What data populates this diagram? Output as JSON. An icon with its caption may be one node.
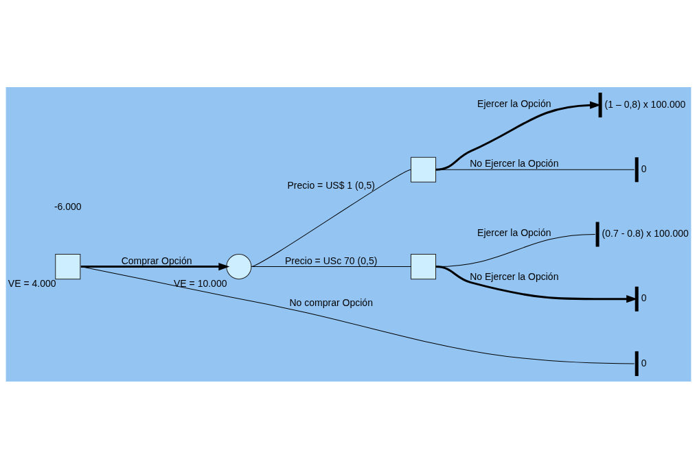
{
  "diagram": {
    "nodes": [
      {
        "text": [],
        "shape": "box",
        "beside": [
          "VE = 4.000"
        ]
      },
      {
        "text": [],
        "shape": "circle",
        "beside": [
          "VE = 10.000"
        ]
      },
      {
        "text": [],
        "shape": "box"
      },
      {
        "text": [],
        "shape": "box"
      },
      {
        "text": [],
        "shape": "bar",
        "beside": [
          "(1 – 0,8) x 100.000"
        ]
      },
      {
        "text": [],
        "shape": "bar",
        "beside": [
          "0"
        ]
      },
      {
        "text": [],
        "shape": "bar",
        "beside": [
          "(0.7 - 0.8) x 100.000"
        ]
      },
      {
        "text": [],
        "shape": "bar",
        "beside": [
          "0"
        ]
      },
      {
        "text": [],
        "shape": "bar",
        "beside": [
          "0"
        ]
      }
    ],
    "edges": [
      {
        "from": 0,
        "to": 1,
        "arrow": "to",
        "style": "thick",
        "label": "Comprar Opción"
      },
      {
        "from": 0,
        "to": 8,
        "arrow": "none",
        "label": "No comprar Opción"
      },
      {
        "from": 1,
        "to": 2,
        "arrow": "none",
        "label": "Precio = US$ 1 (0,5)"
      },
      {
        "from": 1,
        "to": 3,
        "arrow": "none",
        "label": "Precio = USc 70 (0,5)"
      },
      {
        "from": 2,
        "to": 4,
        "arrow": "to",
        "style": "thick",
        "label": "Ejercer la Opción"
      },
      {
        "from": 2,
        "to": 5,
        "arrow": "none",
        "label": "No Ejercer la Opción"
      },
      {
        "from": 3,
        "to": 6,
        "arrow": "none",
        "label": "Ejercer la Opción"
      },
      {
        "from": 3,
        "to": 7,
        "arrow": "to",
        "style": "thick",
        "label": "No Ejercer la Opción"
      }
    ],
    "labels": [
      "-6.000"
    ]
  }
}
